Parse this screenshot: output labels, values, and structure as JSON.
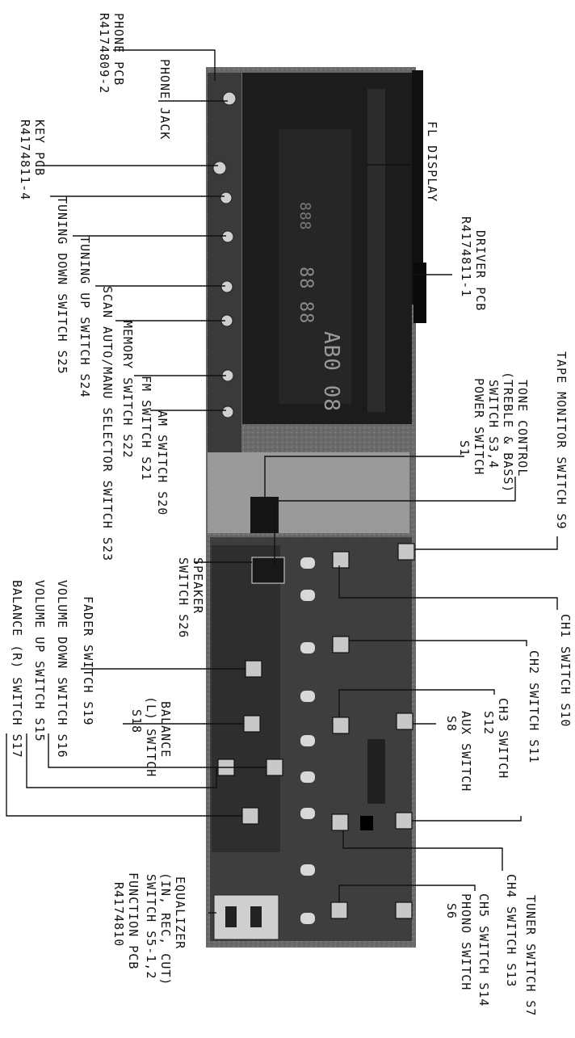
{
  "labels": {
    "phone_pcb": [
      "PHONE PCB",
      "R4174809-2"
    ],
    "phone_jack": "PHONE JACK",
    "key_pcb": [
      "KEY PCB",
      "R4174811-4"
    ],
    "tuning_down": "TUNING DOWN SWITCH S25",
    "tuning_up": "TUNING UP SWITCH S24",
    "scan": "SCAN AUTO/MANU SELECTOR SWITCH S23",
    "memory": "MEMORY SWITCH S22",
    "fm": "FM SWITCH S21",
    "am": "AM SWITCH S20",
    "speaker": [
      "SPEAKER",
      "SWITCH S26"
    ],
    "fader": "FADER SWITCH S19",
    "volume_down": "VOLUME DOWN SWITCH S16",
    "volume_up": "VOLUME UP SWITCH S15",
    "balance_r": "BALANCE (R) SWITCH S17",
    "balance_l": [
      "BALANCE",
      "(L) SWITCH",
      "S18"
    ],
    "equalizer": [
      "EQUALIZER",
      "(IN, REC, CUT)",
      "SWITCH S5-1,2"
    ],
    "function_pcb": [
      "FUNCTION PCB",
      "R4174810"
    ],
    "fl_display": "FL DISPLAY",
    "driver_pcb": [
      "DRIVER PCB",
      "R4174811-1"
    ],
    "tape_monitor": "TAPE MONITOR SWITCH S9",
    "tone_control": [
      "TONE CONTROL",
      "(TREBLE & BASS)",
      "SWITCH S3,4"
    ],
    "power": [
      "POWER SWITCH",
      "S1"
    ],
    "ch1": "CH1 SWITCH S10",
    "ch2": "CH2 SWITCH S11",
    "ch3": [
      "CH3 SWITCH",
      "S12"
    ],
    "aux": [
      "AUX SWITCH",
      "S8"
    ],
    "tuner": "TUNER SWITCH S7",
    "ch4": "CH4 SWITCH S13",
    "ch5": "CH5 SWITCH S14",
    "phono": [
      "PHONO SWITCH",
      "S6"
    ]
  },
  "display_glyphs": [
    "AB0 08",
    "88 88",
    "888"
  ]
}
